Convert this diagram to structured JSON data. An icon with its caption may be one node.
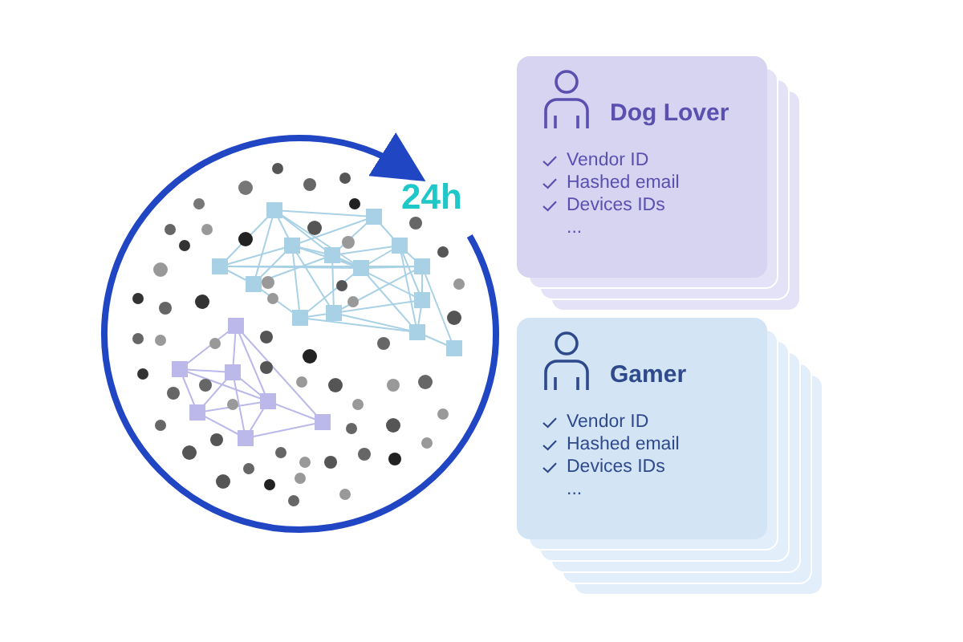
{
  "diagram": {
    "nodes": [
      {
        "text": [
          "Dog Lover",
          "Vendor ID",
          "Hashed email",
          "Devices IDs",
          "..."
        ]
      },
      {
        "text": [
          "Gamer",
          "Vendor ID",
          "Hashed email",
          "Devices IDs",
          "..."
        ]
      }
    ],
    "labels": [
      "24h"
    ]
  }
}
